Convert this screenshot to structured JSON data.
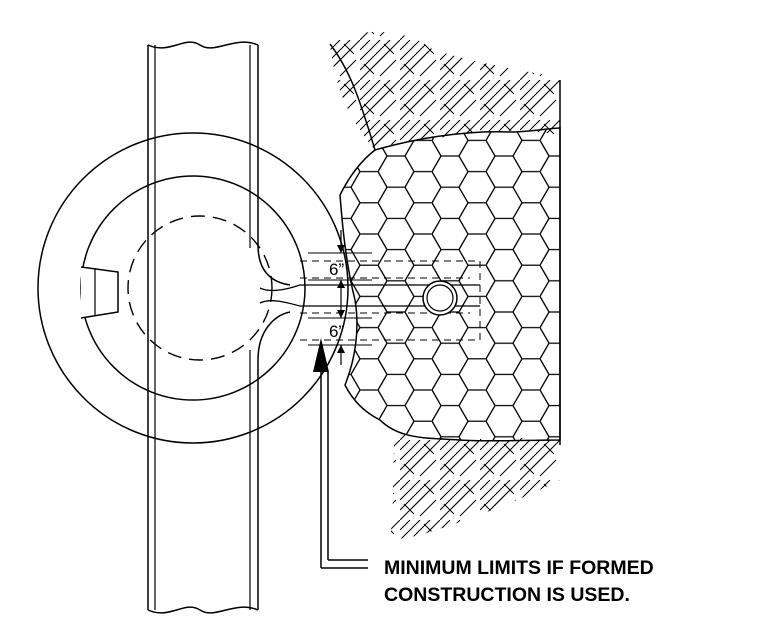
{
  "dimensions": {
    "upper": "6”",
    "lower": "6”"
  },
  "callout": {
    "line1": "MINIMUM LIMITS IF FORMED",
    "line2": "CONSTRUCTION IS USED."
  },
  "colors": {
    "ink": "#000000",
    "background": "#ffffff"
  }
}
